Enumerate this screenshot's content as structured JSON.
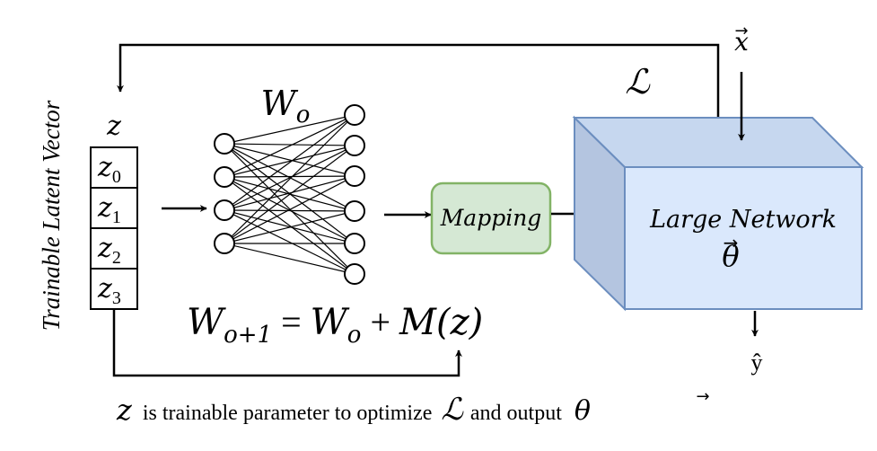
{
  "side_label": "Trainable Latent Vector",
  "latent": {
    "label": "z",
    "cells": [
      {
        "base": "z",
        "sub": "0"
      },
      {
        "base": "z",
        "sub": "1"
      },
      {
        "base": "z",
        "sub": "2"
      },
      {
        "base": "z",
        "sub": "3"
      }
    ]
  },
  "mlp": {
    "weight_base": "W",
    "weight_sub": "o"
  },
  "update_rule": {
    "lhs_base": "W",
    "lhs_sub": "o+1",
    "equals": "=",
    "rhs_base": "W",
    "rhs_sub": "o",
    "plus": "+",
    "func": "M(z)"
  },
  "mapping_label": "Mapping",
  "network": {
    "label": "Large Network",
    "param": "θ",
    "param_arrow": "→"
  },
  "loss_symbol": "ℒ",
  "input_symbol": "x",
  "input_arrow": "→",
  "output_symbol": "ŷ",
  "caption": {
    "z": "z",
    "text1": "is trainable parameter to optimize",
    "loss": "ℒ",
    "text2": "and output",
    "theta": "θ",
    "theta_arrow": "→"
  },
  "colors": {
    "mapping_fill": "#d5e8d4",
    "mapping_stroke": "#82b366",
    "box_front": "#dae8fc",
    "box_side": "#b4c5e0",
    "box_top": "#c6d7ef",
    "box_stroke": "#6c8ebf"
  }
}
